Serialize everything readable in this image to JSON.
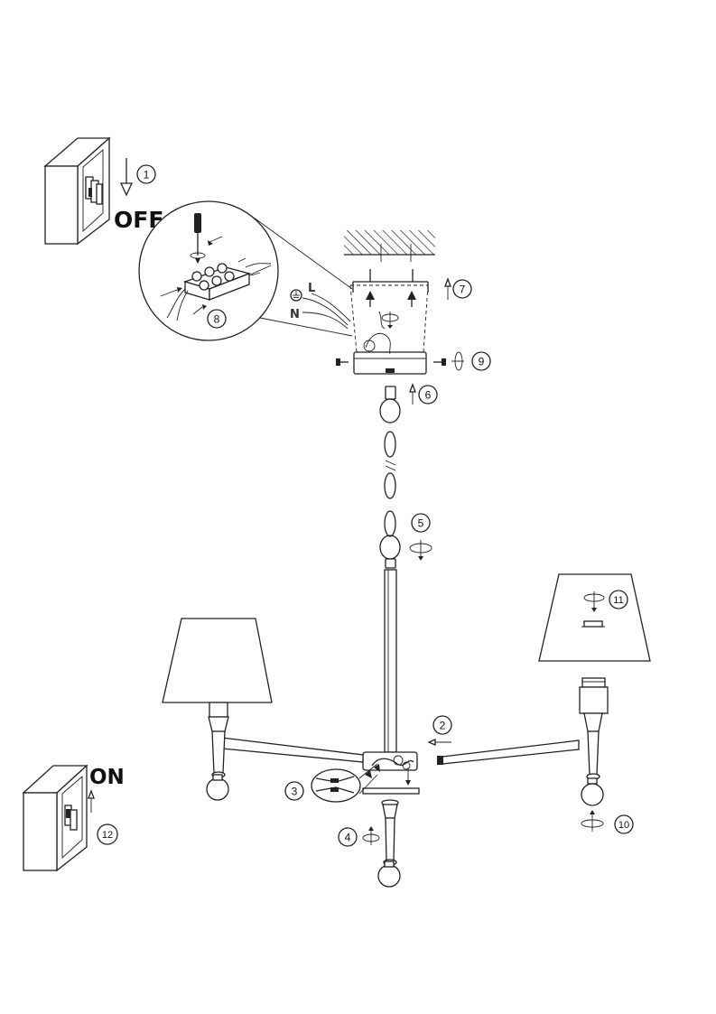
{
  "labels": {
    "off": "OFF",
    "on": "ON",
    "live": "L",
    "neutral": "N"
  },
  "steps": [
    "1",
    "2",
    "3",
    "4",
    "5",
    "6",
    "7",
    "8",
    "9",
    "10",
    "11",
    "12"
  ],
  "icons": {
    "power-switch": "wall switch box",
    "screwdriver": "screwdriver",
    "ground": "earth symbol",
    "rotate": "rotate arrow"
  },
  "colors": {
    "line": "#222222",
    "background": "#ffffff"
  }
}
